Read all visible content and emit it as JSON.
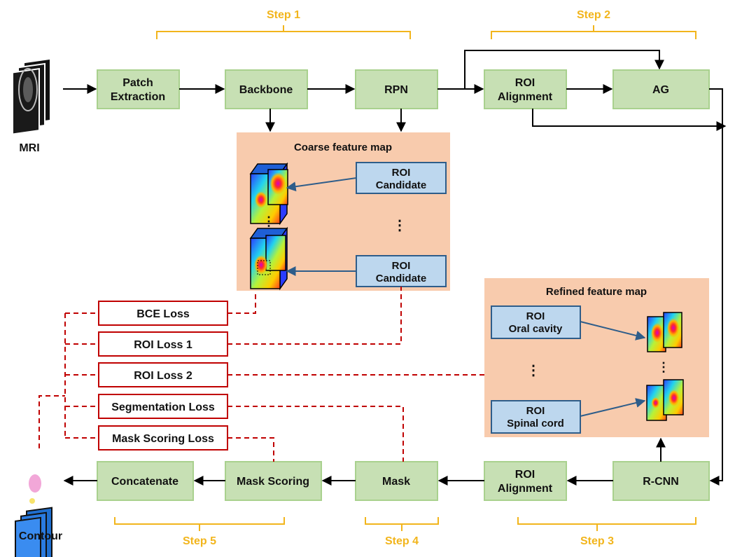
{
  "steps": {
    "s1": "Step 1",
    "s2": "Step 2",
    "s3": "Step 3",
    "s4": "Step 4",
    "s5": "Step 5"
  },
  "io": {
    "input": "MRI",
    "output": "Contour"
  },
  "blocks": {
    "patch_line1": "Patch",
    "patch_line2": "Extraction",
    "backbone": "Backbone",
    "rpn": "RPN",
    "roi_align_top_line1": "ROI",
    "roi_align_top_line2": "Alignment",
    "ag": "AG",
    "rcnn": "R-CNN",
    "roi_align_bot_line1": "ROI",
    "roi_align_bot_line2": "Alignment",
    "mask": "Mask",
    "mask_scoring": "Mask Scoring",
    "concatenate": "Concatenate"
  },
  "coarse": {
    "title": "Coarse feature map",
    "cand1_line1": "ROI",
    "cand1_line2": "Candidate",
    "cand2_line1": "ROI",
    "cand2_line2": "Candidate",
    "ellipsis": "⋮"
  },
  "refined": {
    "title": "Refined feature map",
    "roi1_line1": "ROI",
    "roi1_line2": "Oral cavity",
    "roi2_line1": "ROI",
    "roi2_line2": "Spinal cord",
    "ellipsis": "⋮"
  },
  "losses": {
    "bce": "BCE Loss",
    "roi1": "ROI Loss 1",
    "roi2": "ROI Loss 2",
    "seg": "Segmentation Loss",
    "ms": "Mask Scoring Loss"
  },
  "colors": {
    "block_fill": "#c7e0b4",
    "block_stroke": "#a9d18e",
    "panel_fill": "#f8cbad",
    "roi_fill": "#bdd7ee",
    "roi_stroke": "#2e5d8a",
    "loss_stroke": "#c00000",
    "step": "#f2b51c"
  }
}
